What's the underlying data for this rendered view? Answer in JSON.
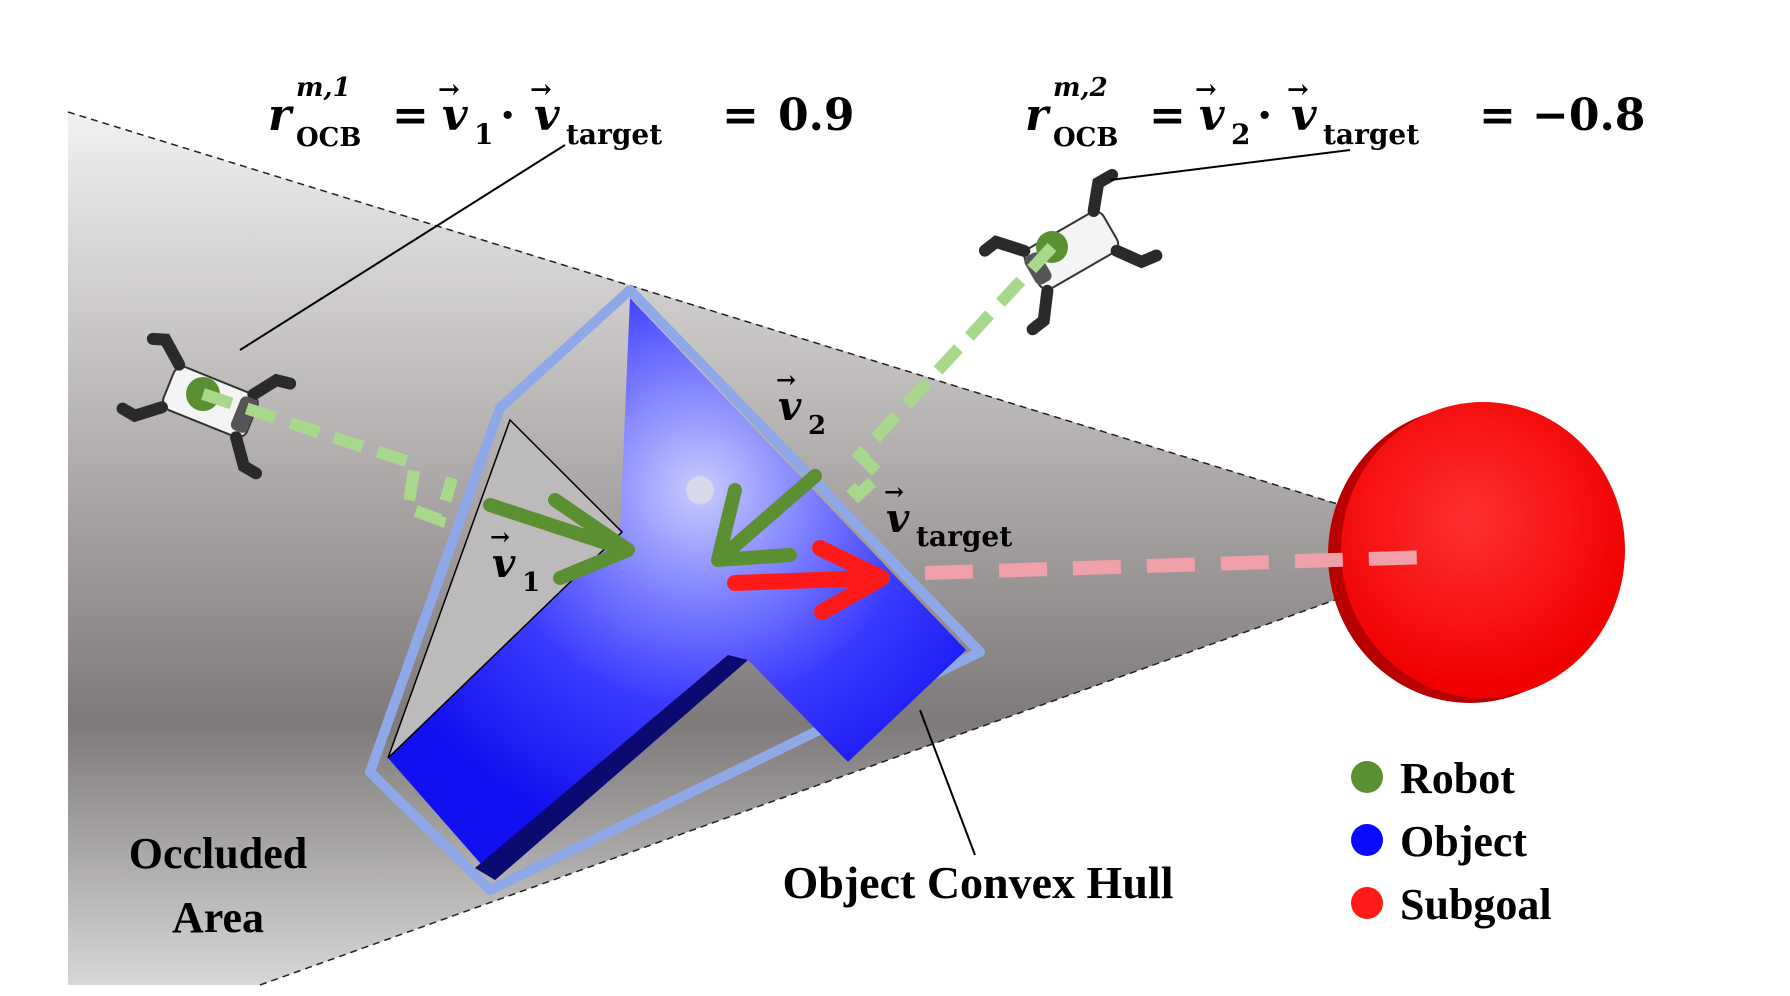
{
  "equation_1": {
    "r": "r",
    "sup": "m,1",
    "sub": "OCB",
    "eq1": "=",
    "v": "v",
    "v_sub": "1",
    "dot": "·",
    "v_target": "v",
    "target_sub": "target",
    "eq2": "=",
    "value": "0.9"
  },
  "equation_2": {
    "r": "r",
    "sup": "m,2",
    "sub": "OCB",
    "eq1": "=",
    "v": "v",
    "v_sub": "2",
    "dot": "·",
    "v_target": "v",
    "target_sub": "target",
    "eq2": "=",
    "value": "−0.8"
  },
  "vector_labels": {
    "v1": "v",
    "v1_sub": "1",
    "v2": "v",
    "v2_sub": "2",
    "vt": "v",
    "vt_sub": "target"
  },
  "labels": {
    "occluded_line1": "Occluded",
    "occluded_line2": "Area",
    "convex_hull": "Object Convex Hull"
  },
  "legend": [
    {
      "label": "Robot",
      "color": "#5a8f32"
    },
    {
      "label": "Object",
      "color": "#0a0aff"
    },
    {
      "label": "Subgoal",
      "color": "#ff1a1a"
    }
  ],
  "colors": {
    "robot_marker": "#5a8f32",
    "robot_path": "#a8d88a",
    "object": "#2a2aff",
    "hull": "#8fa8e8",
    "subgoal": "#ff1414",
    "subgoal_dark": "#b80000",
    "target_arrow": "#ff1a1a",
    "target_path": "#f0a0a8",
    "occluded": "#8a8686"
  }
}
